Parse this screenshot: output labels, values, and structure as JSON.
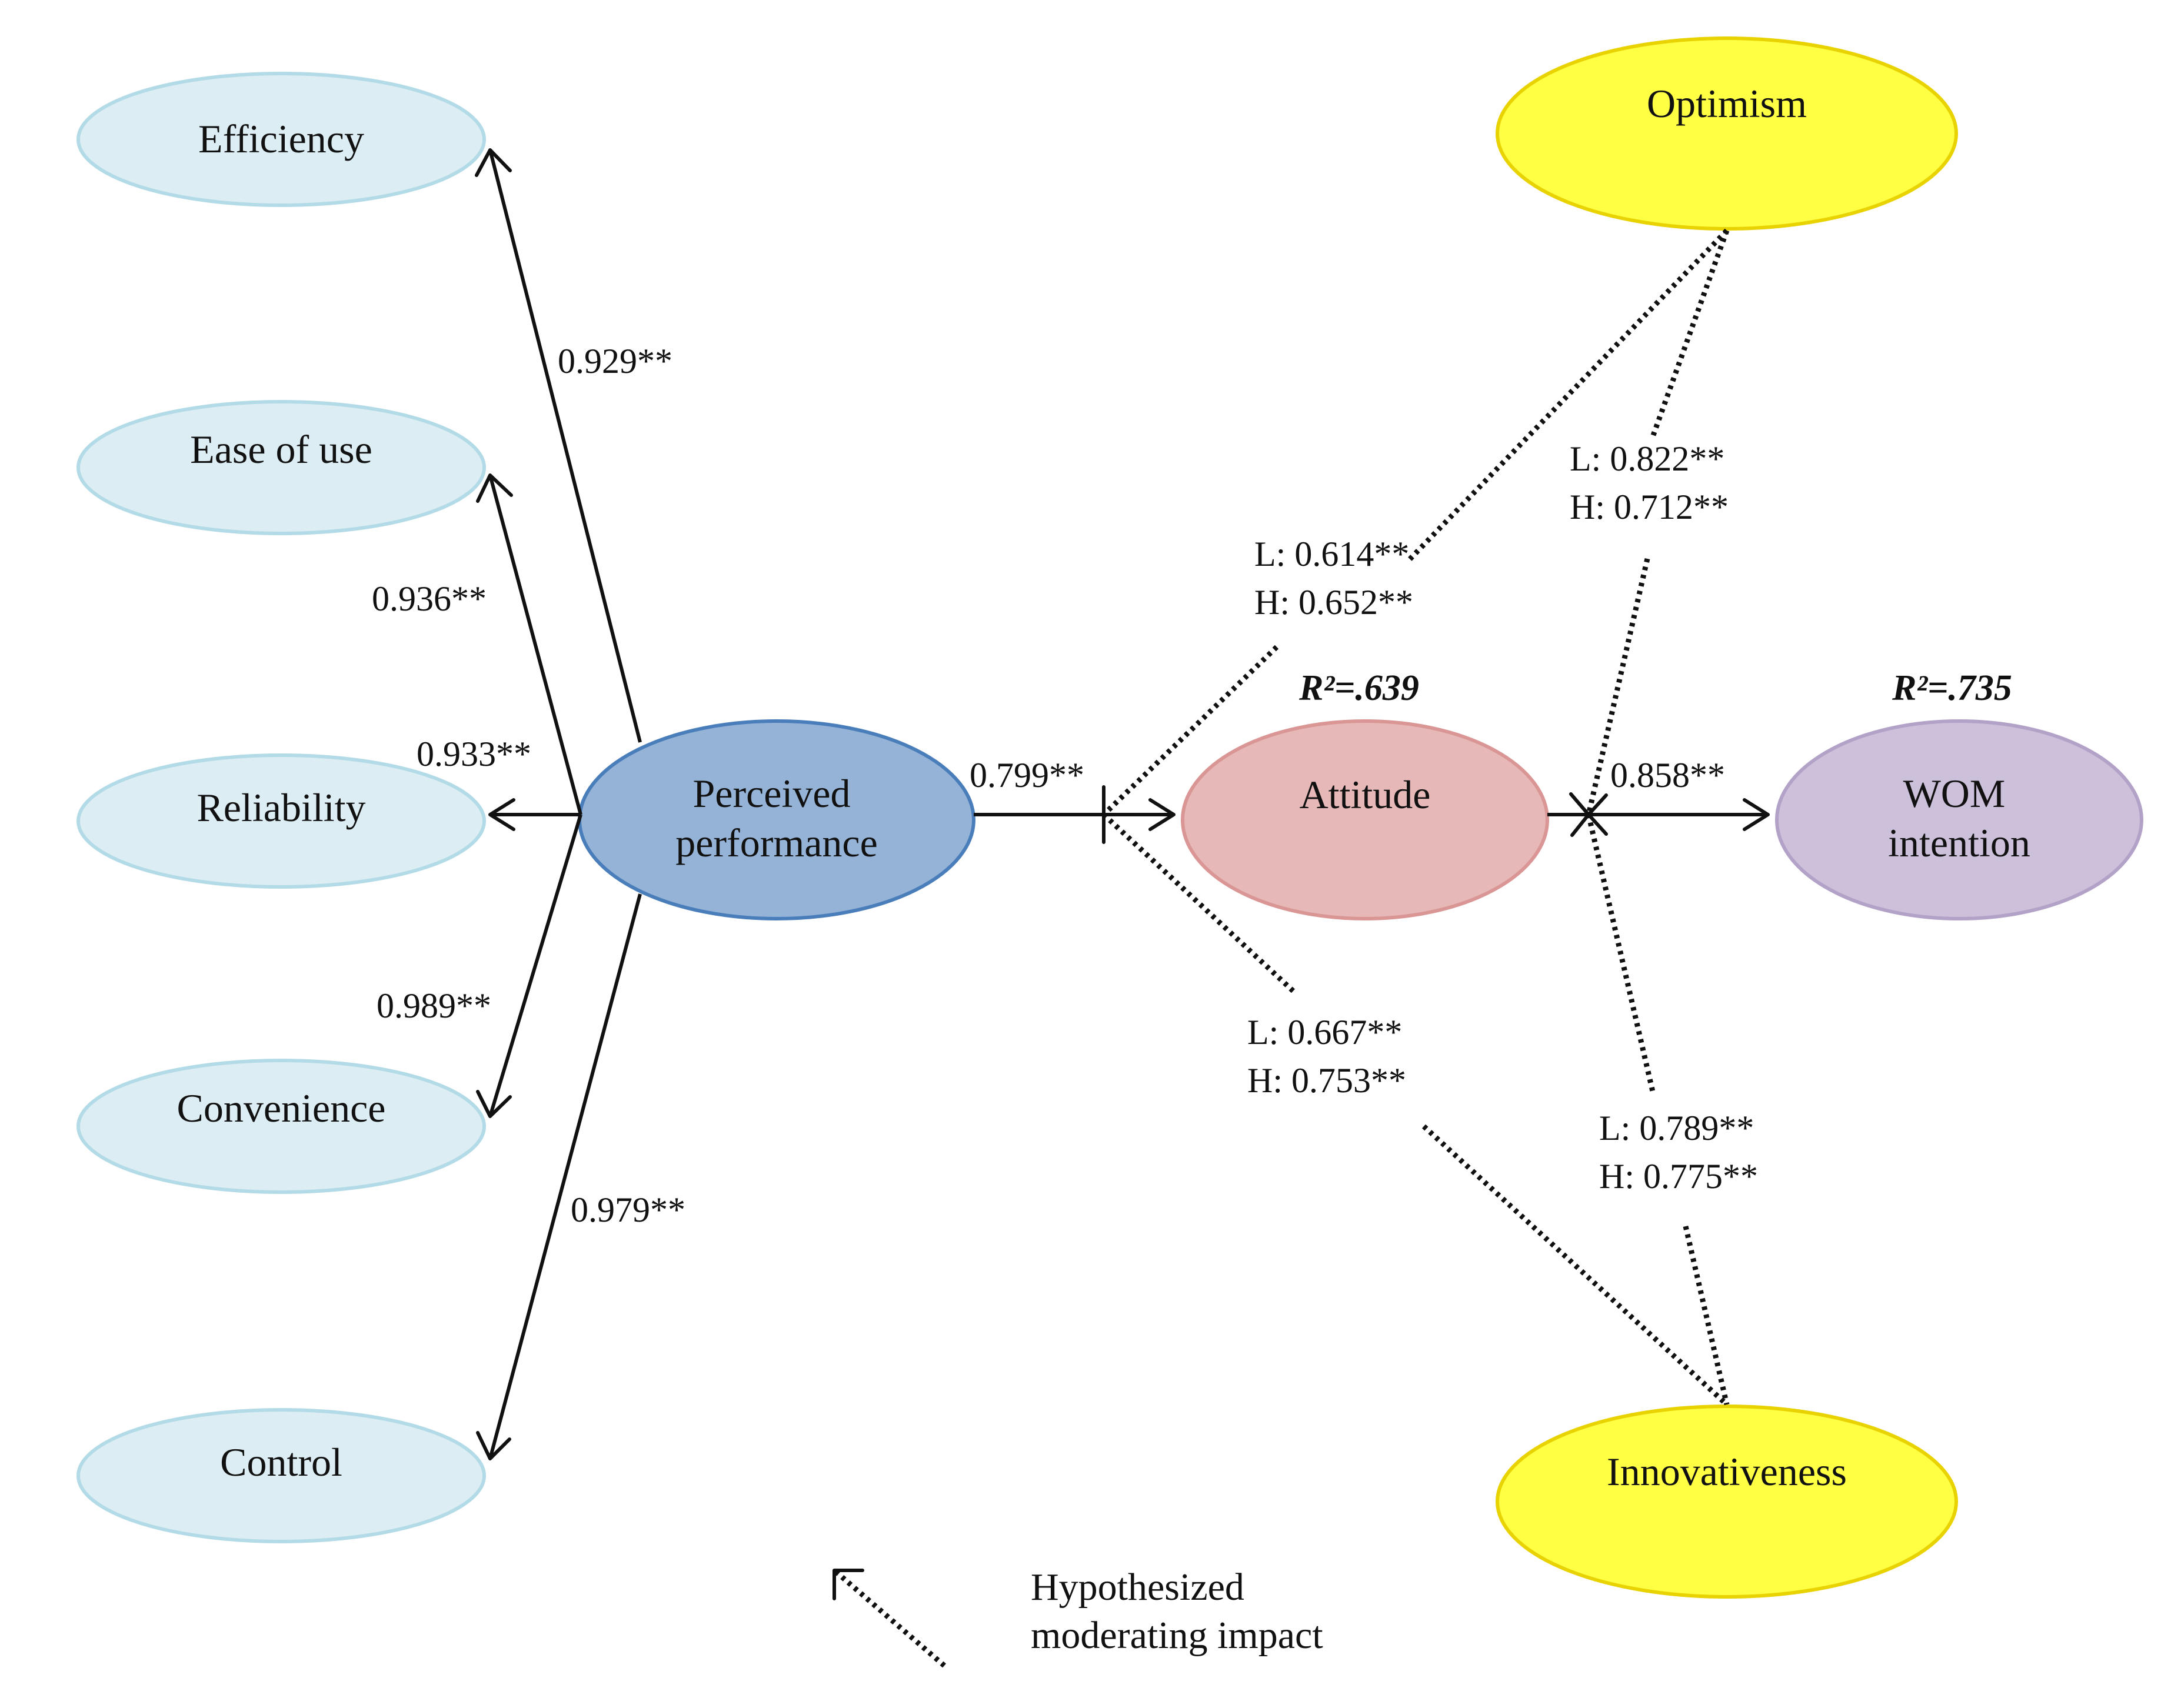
{
  "nodes": {
    "efficiency": {
      "label": [
        "Efficiency"
      ],
      "fill": "#dcedf3",
      "stroke": "#b3dbe7"
    },
    "ease_of_use": {
      "label": [
        "Ease of use"
      ],
      "fill": "#dcedf3",
      "stroke": "#b3dbe7"
    },
    "reliability": {
      "label": [
        "Reliability"
      ],
      "fill": "#dcedf3",
      "stroke": "#b3dbe7"
    },
    "convenience": {
      "label": [
        "Convenience"
      ],
      "fill": "#dcedf3",
      "stroke": "#b3dbe7"
    },
    "control": {
      "label": [
        "Control"
      ],
      "fill": "#dcedf3",
      "stroke": "#b3dbe7"
    },
    "perceived_performance": {
      "label": [
        "Perceived",
        "performance"
      ],
      "fill": "#95b3d7",
      "stroke": "#4a7ebb"
    },
    "attitude": {
      "label": [
        "Attitude"
      ],
      "fill": "#e6b9b8",
      "stroke": "#d99694"
    },
    "wom_intention": {
      "label": [
        "WOM",
        "intention"
      ],
      "fill": "#ccc0da",
      "stroke": "#b3a2c7"
    },
    "optimism": {
      "label": [
        "Optimism"
      ],
      "fill": "#ffff44",
      "stroke": "#e8d200"
    },
    "innovativeness": {
      "label": [
        "Innovativeness"
      ],
      "fill": "#ffff44",
      "stroke": "#e8d200"
    }
  },
  "coefficients": {
    "efficiency": "0.929**",
    "ease_of_use": "0.936**",
    "reliability": "0.933**",
    "convenience": "0.989**",
    "control": "0.979**",
    "pp_to_attitude": "0.799**",
    "attitude_to_wom": "0.858**",
    "optimism_attitude_l": "L: 0.614**",
    "optimism_attitude_h": "H: 0.652**",
    "optimism_wom_l": "L: 0.822**",
    "optimism_wom_h": "H: 0.712**",
    "innov_attitude_l": "L: 0.667**",
    "innov_attitude_h": "H: 0.753**",
    "innov_wom_l": "L: 0.789**",
    "innov_wom_h": "H: 0.775**"
  },
  "r_squared": {
    "attitude": "R²=.639",
    "wom_intention": "R²=.735"
  },
  "legend": {
    "line1": "Hypothesized",
    "line2": "moderating impact"
  }
}
